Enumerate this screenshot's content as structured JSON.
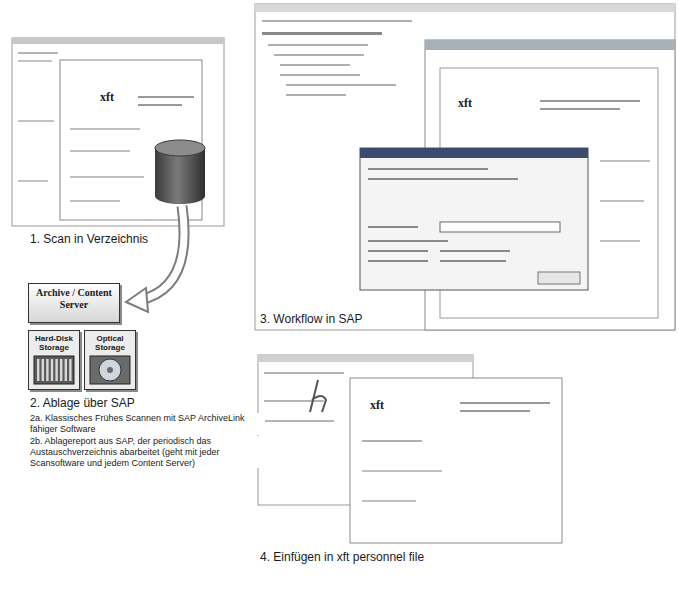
{
  "diagram": {
    "nodes": [
      {
        "text": [
          "Archive / Content Server"
        ]
      },
      {
        "text": [
          "Hard-Disk Storage"
        ]
      },
      {
        "text": [
          "Optical Storage"
        ]
      }
    ],
    "labels": [
      "xft",
      "1. Scan in Verzeichnis",
      "xft",
      "3. Workflow in SAP",
      "2. Ablage über SAP",
      "2a. Klassisches Frühes Scannen mit SAP ArchiveLink fähiger Software",
      "2b. Ablagereport aus SAP, der periodisch das Austauschverzeichnis abarbeitet (geht mit jeder Scansoftware und jedem Content Server)",
      "xft",
      "4. Einfügen in xft personnel file"
    ]
  }
}
